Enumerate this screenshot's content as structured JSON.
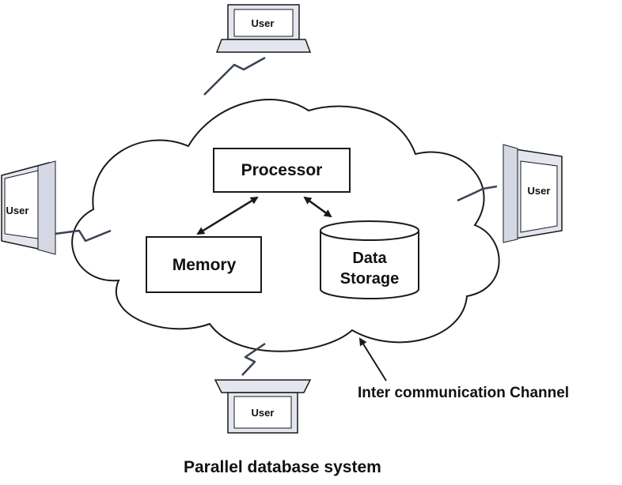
{
  "diagram": {
    "caption": "Parallel database system",
    "channel_label": "Inter communication Channel",
    "processor_label": "Processor",
    "memory_label": "Memory",
    "storage_label_line1": "Data",
    "storage_label_line2": "Storage",
    "users": [
      "User",
      "User",
      "User",
      "User"
    ]
  },
  "colors": {
    "stroke": "#1a1a1a",
    "laptop_fill": "#e4e6ef",
    "screen_fill": "#ffffff",
    "lightning": "#3a4250"
  }
}
